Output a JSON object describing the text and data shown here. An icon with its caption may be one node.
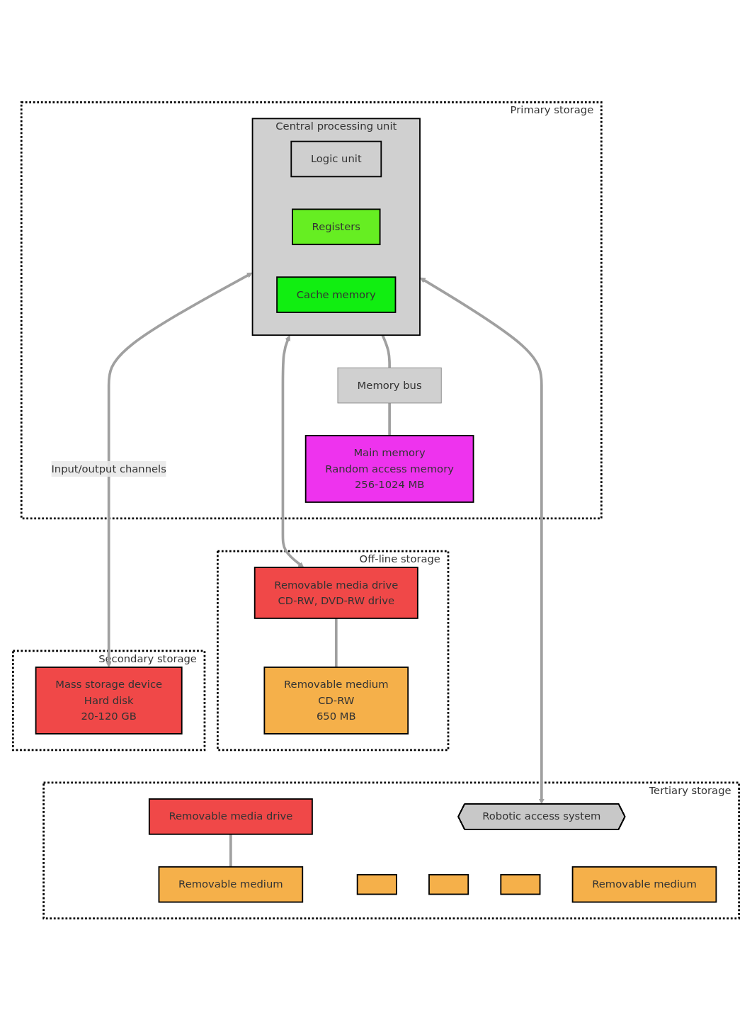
{
  "diagram": {
    "nodes": [
      {
        "text": [
          "Primary storage"
        ]
      },
      {
        "text": [
          "Central processing unit"
        ],
        "in": 0
      },
      {
        "text": [
          "Logic unit"
        ],
        "in": 1
      },
      {
        "text": [
          "Registers"
        ],
        "in": 1
      },
      {
        "text": [
          "Cache memory"
        ],
        "in": 1
      },
      {
        "text": [
          "Memory bus"
        ],
        "in": 0
      },
      {
        "text": [
          "Main memory",
          "Random access memory",
          "256-1024 MB"
        ],
        "in": 0
      },
      {
        "text": [
          "Secondary storage"
        ]
      },
      {
        "text": [
          "Mass storage device",
          "Hard disk",
          "20-120 GB"
        ],
        "in": 7
      },
      {
        "text": [
          "Off-line storage"
        ]
      },
      {
        "text": [
          "Removable media drive",
          "CD-RW, DVD-RW drive"
        ],
        "in": 9
      },
      {
        "text": [
          "Removable medium",
          "CD-RW",
          "650 MB"
        ],
        "in": 9
      },
      {
        "text": [
          "Tertiary storage"
        ]
      },
      {
        "text": [
          "Removable media drive"
        ],
        "in": 12
      },
      {
        "text": [
          "Removable medium"
        ],
        "in": 12
      },
      {
        "text": [
          "Robotic access system"
        ],
        "in": 12
      },
      {
        "text": [],
        "shape": "box",
        "in": 12
      },
      {
        "text": [],
        "shape": "box",
        "in": 12
      },
      {
        "text": [],
        "shape": "box",
        "in": 12
      },
      {
        "text": [
          "Removable medium"
        ],
        "in": 12
      }
    ],
    "edges": [
      {
        "from": 1,
        "to": 5,
        "arrow": "none"
      },
      {
        "from": 5,
        "to": 6,
        "arrow": "none"
      },
      {
        "from": 1,
        "to": 8,
        "arrow": "both",
        "label": "Input/output channels"
      },
      {
        "from": 1,
        "to": 15,
        "arrow": "both"
      },
      {
        "from": 1,
        "to": 10,
        "arrow": "both"
      },
      {
        "from": 10,
        "to": 11,
        "arrow": "none"
      },
      {
        "from": 13,
        "to": 14,
        "arrow": "none"
      }
    ]
  }
}
